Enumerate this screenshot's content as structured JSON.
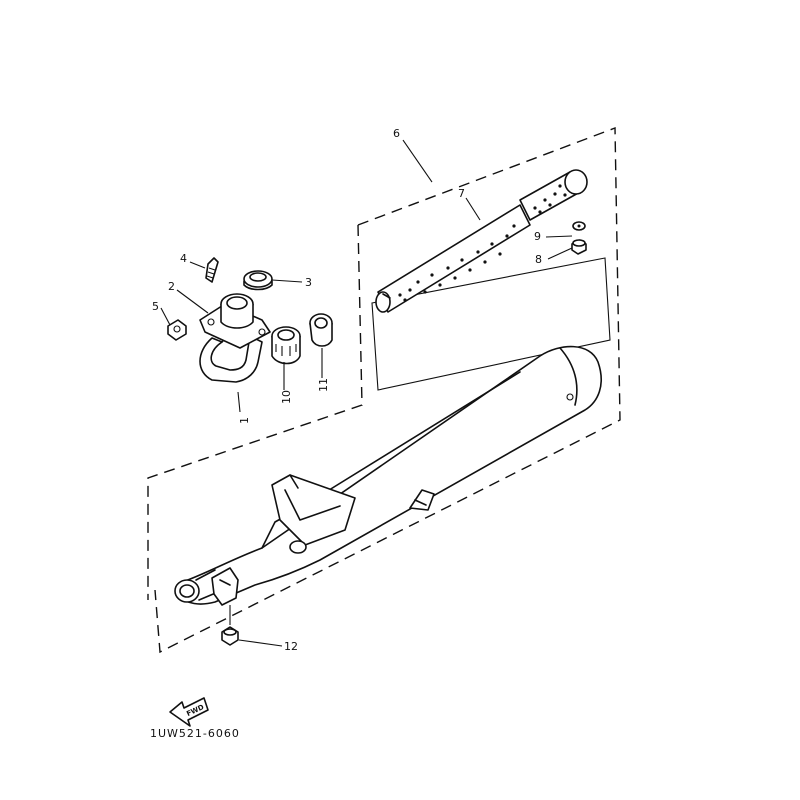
{
  "callouts": {
    "c1": "1",
    "c2": "2",
    "c3": "3",
    "c4": "4",
    "c5": "5",
    "c6": "6",
    "c7": "7",
    "c8": "8",
    "c9": "9",
    "c10": "10",
    "c11": "11",
    "c12": "12"
  },
  "fwd_badge": "FWD",
  "drawing_code": "1UW521-6060"
}
